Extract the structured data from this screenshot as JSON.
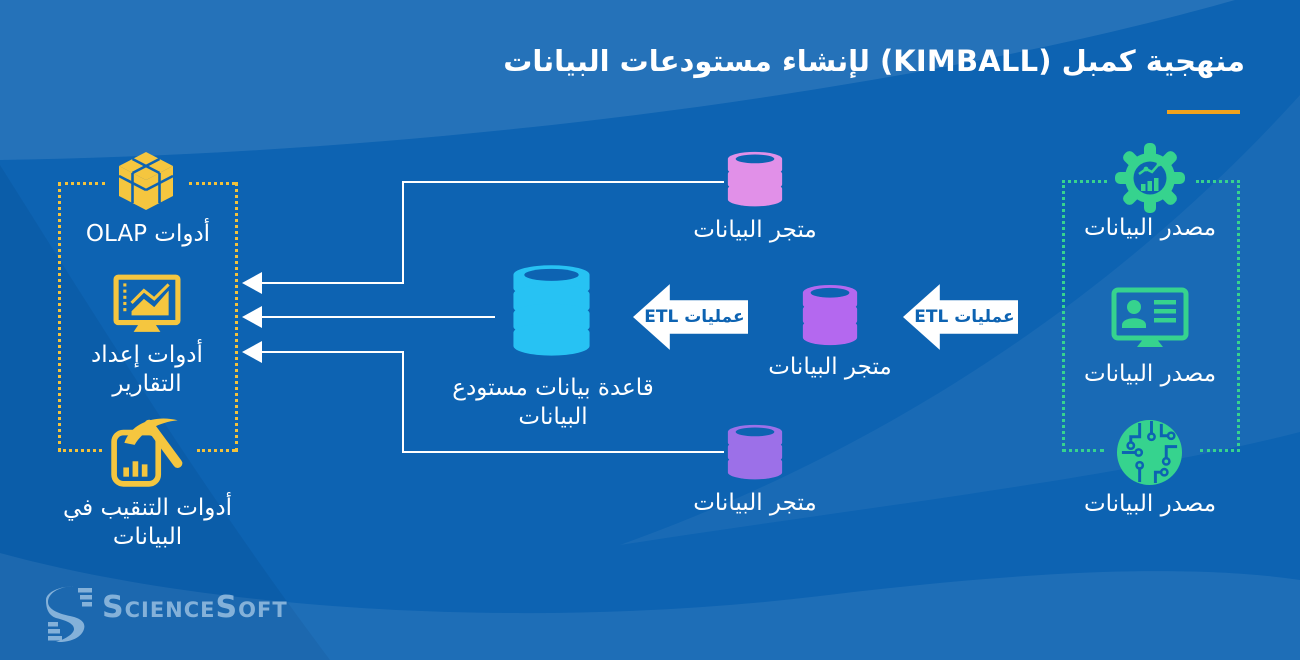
{
  "colors": {
    "background": "#0d63b2",
    "accent_orange": "#f2a21b",
    "source_green": "#36d38e",
    "tools_yellow": "#f5c63f",
    "mart_pink": "#e190e8",
    "mart_purple": "#b468ef",
    "mart_violet": "#9c70e8",
    "warehouse_cyan": "#27c2f3",
    "text_white": "#ffffff",
    "etl_text_blue": "#0d63b2",
    "logo_blue": "#84b1d9"
  },
  "title": {
    "text": "منهجية كمبل (KIMBALL) لإنشاء مستودعات البيانات"
  },
  "sources": {
    "items": [
      {
        "label": "مصدر البيانات",
        "icon": "gear-analytics-icon"
      },
      {
        "label": "مصدر البيانات",
        "icon": "monitor-user-icon"
      },
      {
        "label": "مصدر البيانات",
        "icon": "circuit-circle-icon"
      }
    ]
  },
  "etl": {
    "right_label": "عمليات ETL",
    "left_label": "عمليات ETL"
  },
  "marts": {
    "top": {
      "label": "متجر البيانات"
    },
    "middle": {
      "label": "متجر البيانات"
    },
    "bottom": {
      "label": "متجر البيانات"
    }
  },
  "warehouse": {
    "label": "قاعدة بيانات مستودع البيانات"
  },
  "tools": {
    "items": [
      {
        "label": "أدوات OLAP",
        "icon": "olap-cube-icon"
      },
      {
        "label": "أدوات إعداد التقارير",
        "icon": "report-monitor-icon"
      },
      {
        "label": "أدوات التنقيب في البيانات",
        "icon": "data-mining-icon"
      }
    ]
  },
  "logo": {
    "text": "ScienceSoft"
  }
}
